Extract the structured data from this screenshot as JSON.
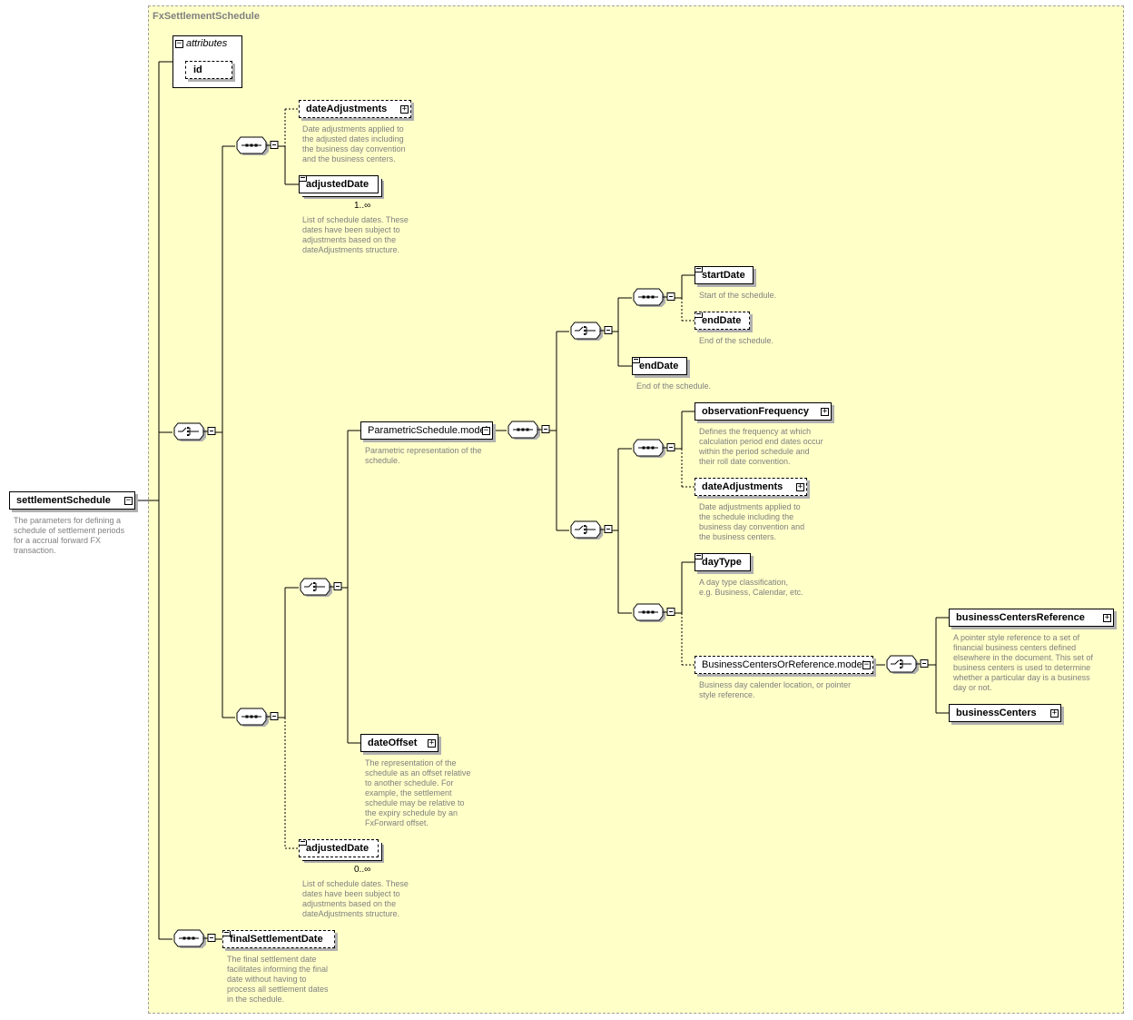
{
  "group": {
    "title": "FxSettlementSchedule"
  },
  "attributes": {
    "label": "attributes",
    "id": "id"
  },
  "root": {
    "label": "settlementSchedule",
    "desc": [
      "The parameters for defining a",
      "schedule of settlement periods",
      "for a accrual forward FX",
      "transaction."
    ]
  },
  "nodes": {
    "dateAdjustments1": {
      "label": "dateAdjustments",
      "desc": [
        "Date adjustments applied to",
        "the adjusted dates including",
        "the business day convention",
        "and the business centers."
      ]
    },
    "adjustedDate1": {
      "label": "adjustedDate",
      "card": "1..∞",
      "desc": [
        "List of schedule dates. These",
        "dates have been subject to",
        "adjustments based on the",
        "dateAdjustments structure."
      ]
    },
    "parametricModel": {
      "label": "ParametricSchedule.model",
      "desc": [
        "Parametric representation of the",
        "schedule."
      ]
    },
    "startDate": {
      "label": "startDate",
      "desc": [
        "Start of the schedule."
      ]
    },
    "endDateOpt": {
      "label": "endDate",
      "desc": [
        "End of the schedule."
      ]
    },
    "endDate": {
      "label": "endDate",
      "desc": [
        "End of the schedule."
      ]
    },
    "observationFrequency": {
      "label": "observationFrequency",
      "desc": [
        "Defines the frequency at which",
        "calculation period end dates occur",
        "within the period schedule and",
        "their roll date convention."
      ]
    },
    "dateAdjustments2": {
      "label": "dateAdjustments",
      "desc": [
        "Date adjustments applied to",
        "the schedule including the",
        "business day convention and",
        "the business centers."
      ]
    },
    "dayType": {
      "label": "dayType",
      "desc": [
        "A day type classification,",
        "e.g. Business, Calendar, etc."
      ]
    },
    "bcModel": {
      "label": "BusinessCentersOrReference.model",
      "desc": [
        "Business day calender location, or pointer",
        "style reference."
      ]
    },
    "bcReference": {
      "label": "businessCentersReference",
      "desc": [
        "A pointer style reference to a set of",
        "financial business centers defined",
        "elsewhere in the document. This set of",
        "business centers is used to determine",
        "whether a particular day is a business",
        "day or not."
      ]
    },
    "businessCenters": {
      "label": "businessCenters"
    },
    "dateOffset": {
      "label": "dateOffset",
      "desc": [
        "The representation of the",
        "schedule as an offset relative",
        "to another schedule. For",
        "example, the settlement",
        "schedule may be relative to",
        "the expiry schedule by an",
        "FxForward offset."
      ]
    },
    "adjustedDate2": {
      "label": "adjustedDate",
      "card": "0..∞",
      "desc": [
        "List of schedule dates. These",
        "dates have been subject to",
        "adjustments based on the",
        "dateAdjustments structure."
      ]
    },
    "finalSettlementDate": {
      "label": "finalSettlementDate",
      "desc": [
        "The final settlement date",
        "facilitates informing the final",
        "date without having to",
        "process all settlement dates",
        "in the schedule."
      ]
    }
  }
}
